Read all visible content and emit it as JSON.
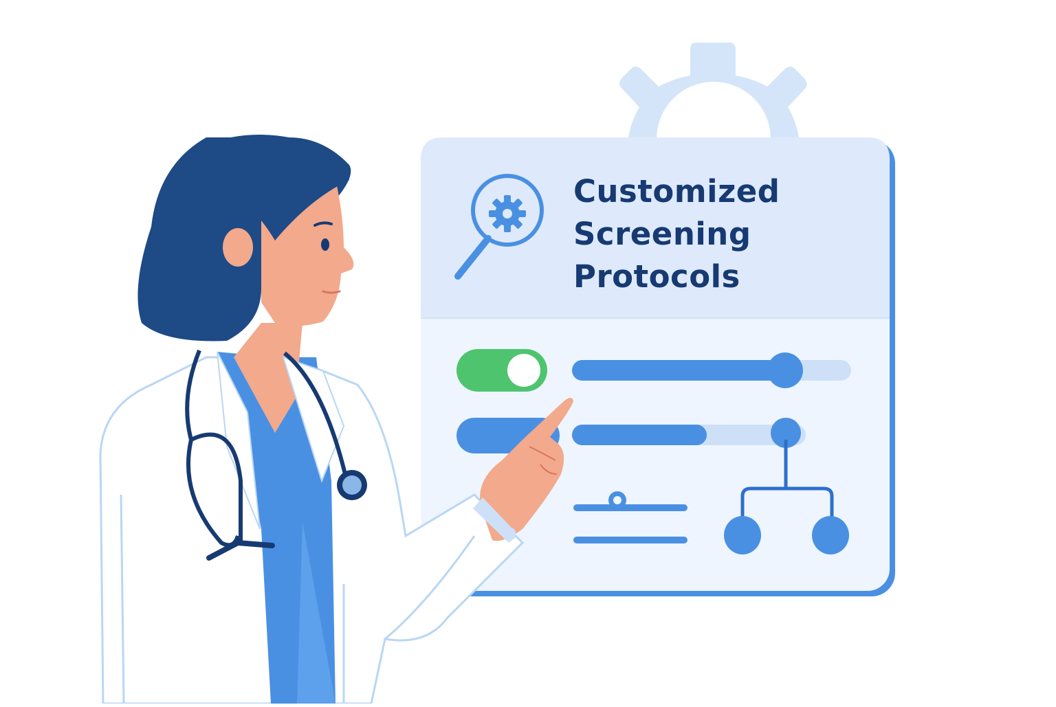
{
  "panel": {
    "title_lines": [
      "Customized",
      "Screening",
      "Protocols"
    ],
    "header_icon": "magnifier-gear-icon",
    "background_icon": "gear-icon"
  },
  "controls": {
    "toggle": {
      "state": "on",
      "color": "#4fc46e"
    },
    "slider_1": {
      "value_pct": 77
    },
    "slider_2": {
      "value_pct": 48
    },
    "toggle_2": {
      "state": "partial",
      "color": "#4a90e2"
    },
    "mini_slider": {
      "value_pct": 40
    },
    "flow_icon": "hierarchy-diagram-icon"
  },
  "figure": {
    "subject": "doctor-pointing",
    "icons": [
      "stethoscope-icon",
      "pointing-hand-icon"
    ]
  },
  "colors": {
    "primary": "#4a90e2",
    "dark_navy": "#173a72",
    "hair": "#1e4a86",
    "panel_header": "#deeafb",
    "panel_body": "#eef5fe",
    "skin": "#f2a98c",
    "green": "#4fc46e",
    "light_blue": "#cde0f8",
    "gear_bg": "#d4e5f9"
  }
}
